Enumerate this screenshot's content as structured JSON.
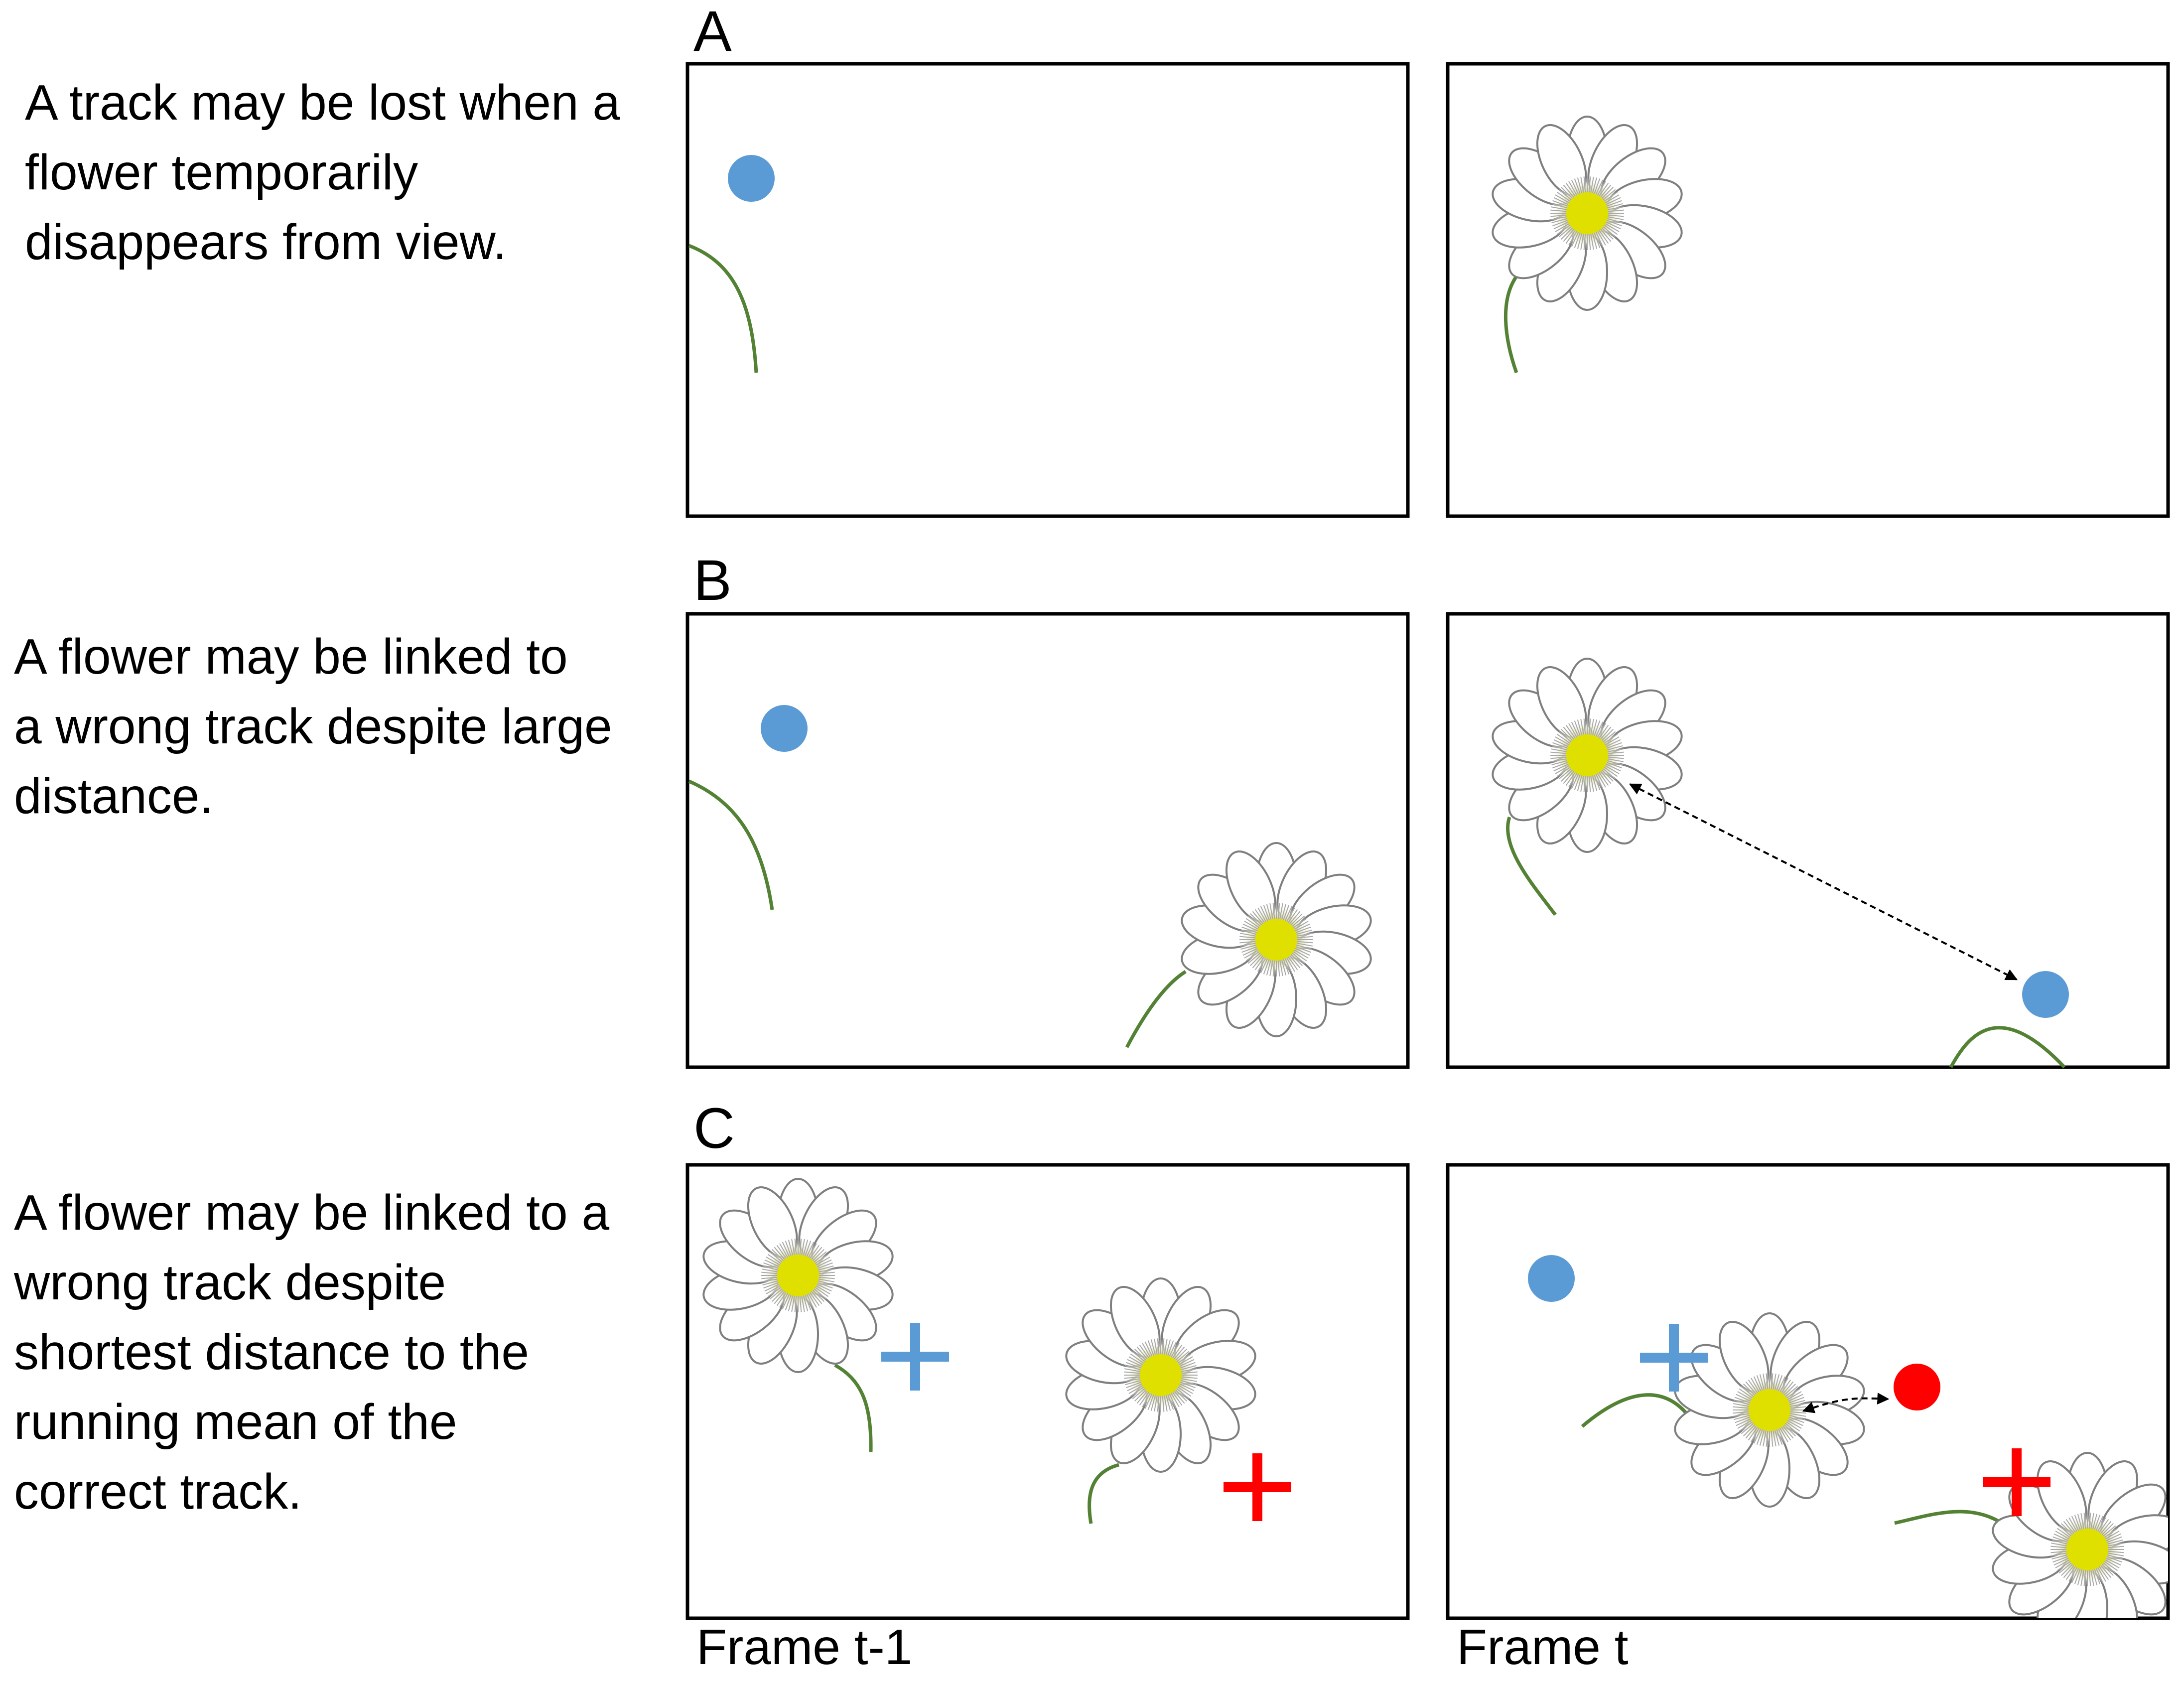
{
  "rows": [
    {
      "letter": "A",
      "description": [
        "A track may be lost when a",
        "flower temporarily",
        "disappears from view."
      ]
    },
    {
      "letter": "B",
      "description": [
        "A flower may be linked to",
        "a wrong track despite large",
        "distance."
      ]
    },
    {
      "letter": "C",
      "description": [
        "A flower may be linked to a",
        "wrong track despite",
        "shortest distance to the",
        "running mean of the",
        "correct track."
      ]
    }
  ],
  "frame_labels": [
    "Frame t-1",
    "Frame t"
  ],
  "colors": {
    "track_blue": "#5b9bd5",
    "track_red": "#ff0000",
    "stem": "#548235",
    "flower_center": "#e0e000",
    "petal_outline": "#7f7f7f",
    "frame_border": "#000000",
    "arrow": "#000000"
  },
  "icons": [
    "track-marker-dot",
    "running-mean-cross",
    "flower",
    "stem",
    "distance-arrow"
  ]
}
